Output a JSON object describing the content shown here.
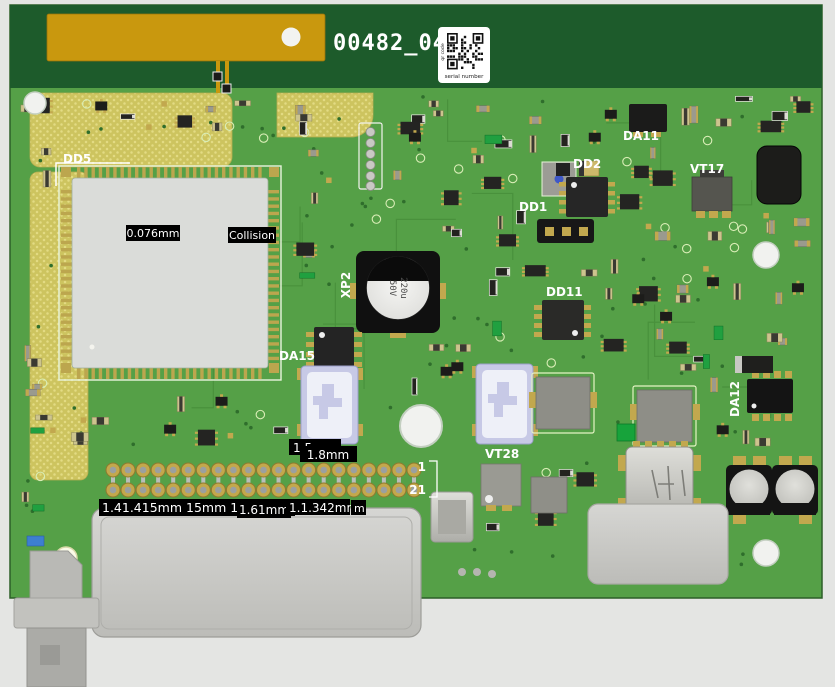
{
  "board": {
    "title": "00482_04",
    "qr_sticker": {
      "side_text": "qr code",
      "caption": "serial number"
    },
    "colors": {
      "board_green": "#55a047",
      "dark_green_strip": "#1d5b2b",
      "copper_gold": "#c9980e",
      "hatch_yellow": "#cdc45f",
      "badge_bg": "#000000",
      "badge_text": "#ffffff",
      "silkscreen": "#ffffff",
      "connector_lavender": "#c7c9e6",
      "background_gray": "#e4e5e3"
    }
  },
  "designators": {
    "dd5": "DD5",
    "xp2": "XP2",
    "dd1": "DD1",
    "dd2": "DD2",
    "dd11": "DD11",
    "da11": "DA11",
    "da15": "DA15",
    "vt17": "VT17",
    "vt28": "VT28",
    "da12": "DA12"
  },
  "capacitor_marking": {
    "line1": "220u",
    "line2": "50V"
  },
  "pin_labels": {
    "first": "1",
    "last": "21"
  },
  "measurements": {
    "chip_clearance": "0.076mm",
    "collision": "Collision",
    "dim_top_partial": "1.5",
    "dim_18": "1.8mm",
    "dim_long": "1.41.415mm 15mm 1.41.5",
    "dim_161": "1.61mm",
    "dim_1342": "1.1.342mm",
    "dim_m_fragment": "m"
  }
}
